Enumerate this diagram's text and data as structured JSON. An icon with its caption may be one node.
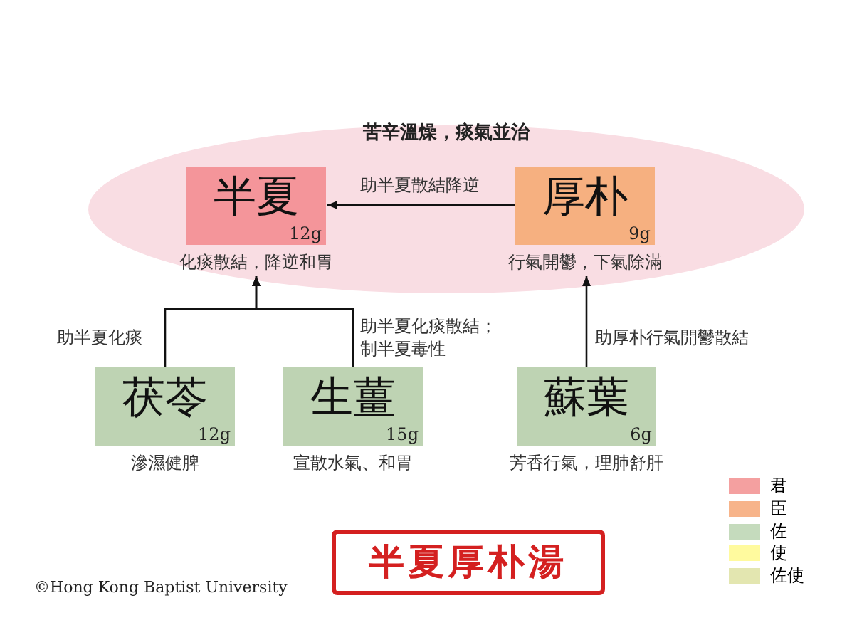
{
  "diagram": {
    "title": "半夏厚朴湯",
    "nodes": [
      {
        "text": [
          "苦辛溫燥，痰氣並治"
        ]
      },
      {
        "text": [
          "半夏",
          "12g"
        ],
        "beside": [
          "化痰散結，降逆和胃"
        ],
        "in": 0
      },
      {
        "text": [
          "厚朴",
          "9g"
        ],
        "beside": [
          "行氣開鬱，下氣除滿"
        ],
        "in": 0
      },
      {
        "text": [
          "茯苓",
          "12g"
        ],
        "beside": [
          "滲濕健脾"
        ]
      },
      {
        "text": [
          "生薑",
          "15g"
        ],
        "beside": [
          "宣散水氣、和胃"
        ]
      },
      {
        "text": [
          "蘇葉",
          "6g"
        ],
        "beside": [
          "芳香行氣，理肺舒肝"
        ]
      }
    ],
    "edges": [
      {
        "from": 2,
        "to": 1,
        "arrow": "to",
        "label": "助半夏散結降逆"
      },
      {
        "from": 3,
        "to": 1,
        "arrow": "to",
        "label": "助半夏化痰"
      },
      {
        "from": 4,
        "to": 1,
        "arrow": "to",
        "label": "助半夏化痰散結；制半夏毒性"
      },
      {
        "from": 5,
        "to": 2,
        "arrow": "to",
        "label": "助厚朴行氣開鬱散結"
      }
    ],
    "labels": [
      "©Hong Kong Baptist University"
    ],
    "legend": [
      {
        "text": "君",
        "color": "#f4a0a0"
      },
      {
        "text": "臣",
        "color": "#f7b48a"
      },
      {
        "text": "佐",
        "color": "#c5dbbd"
      },
      {
        "text": "使",
        "color": "#fffa9e"
      },
      {
        "text": "佐使",
        "color": "#e3e6b0"
      }
    ]
  }
}
